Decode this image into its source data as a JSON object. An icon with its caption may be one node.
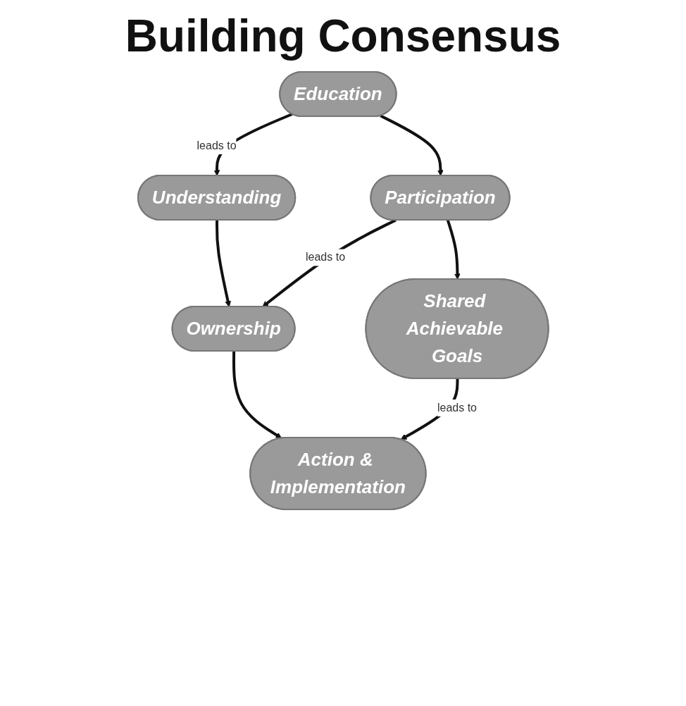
{
  "diagram": {
    "title": "Building Consensus",
    "nodes": [
      {
        "text": [
          "Education"
        ]
      },
      {
        "text": [
          "Understanding"
        ]
      },
      {
        "text": [
          "Participation"
        ]
      },
      {
        "text": [
          "Ownership"
        ]
      },
      {
        "text": [
          "Shared Achievable Goals"
        ]
      },
      {
        "text": [
          "Action & Implementation"
        ]
      }
    ],
    "edges": [
      {
        "from": 0,
        "to": 1,
        "arrow": "to",
        "label": "leads to"
      },
      {
        "from": 0,
        "to": 2,
        "arrow": "to"
      },
      {
        "from": 1,
        "to": 3,
        "arrow": "to"
      },
      {
        "from": 2,
        "to": 3,
        "arrow": "to",
        "label": "leads to"
      },
      {
        "from": 2,
        "to": 4,
        "arrow": "to"
      },
      {
        "from": 3,
        "to": 5,
        "arrow": "to"
      },
      {
        "from": 4,
        "to": 5,
        "arrow": "to",
        "label": "leads to"
      }
    ]
  }
}
